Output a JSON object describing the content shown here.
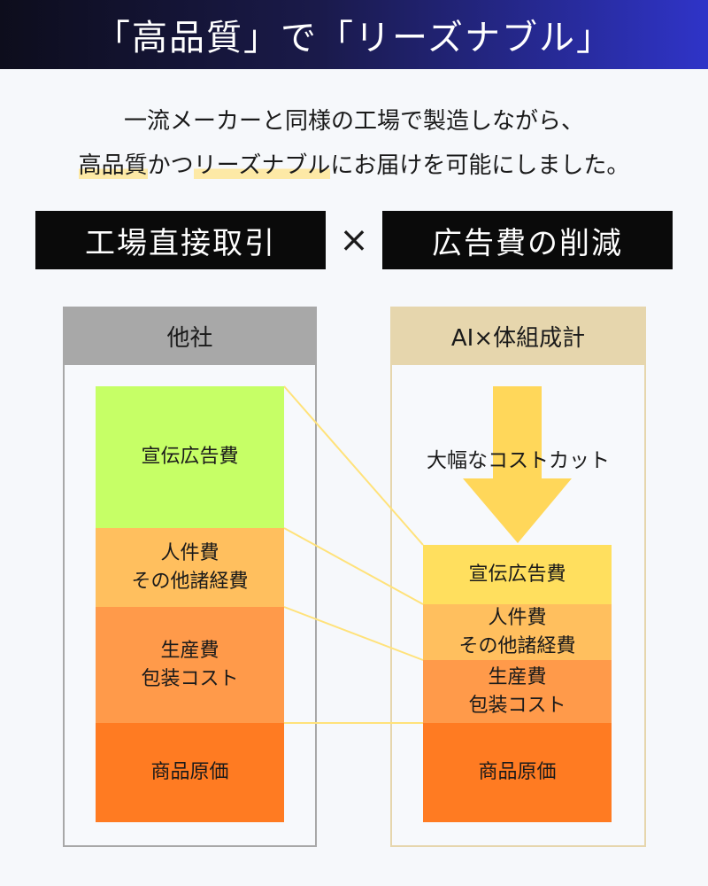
{
  "header": {
    "title": "「高品質」で「リーズナブル」"
  },
  "intro": {
    "line1": "一流メーカーと同様の工場で製造しながら、",
    "line2_part1": "高品質",
    "line2_part2": "かつ",
    "line2_part3": "リーズナブル",
    "line2_part4": "にお届けを可能にしました。"
  },
  "tags": {
    "left": "工場直接取引",
    "times": "×",
    "right": "広告費の削減"
  },
  "panels": {
    "left": {
      "title": "他社",
      "blocks": [
        {
          "lines": [
            "宣伝広告費"
          ],
          "color": "#c6ff66"
        },
        {
          "lines": [
            "人件費",
            "その他諸経費"
          ],
          "color": "#ffbf5e"
        },
        {
          "lines": [
            "生産費",
            "包装コスト"
          ],
          "color": "#ff9a4a"
        },
        {
          "lines": [
            "商品原価"
          ],
          "color": "#ff7b22"
        }
      ]
    },
    "right": {
      "title": "AI×体組成計",
      "arrow_label": "大幅なコストカット",
      "arrow_color": "#ffd75a",
      "blocks": [
        {
          "lines": [
            "宣伝広告費"
          ],
          "color": "#ffdf5e"
        },
        {
          "lines": [
            "人件費",
            "その他諸経費"
          ],
          "color": "#ffbf5e"
        },
        {
          "lines": [
            "生産費",
            "包装コスト"
          ],
          "color": "#ff9a4a"
        },
        {
          "lines": [
            "商品原価"
          ],
          "color": "#ff7b22"
        }
      ]
    }
  },
  "colors": {
    "connector": "#ffe27a",
    "header_dark": "#0d0d1c",
    "header_blue": "#2f34c8"
  }
}
